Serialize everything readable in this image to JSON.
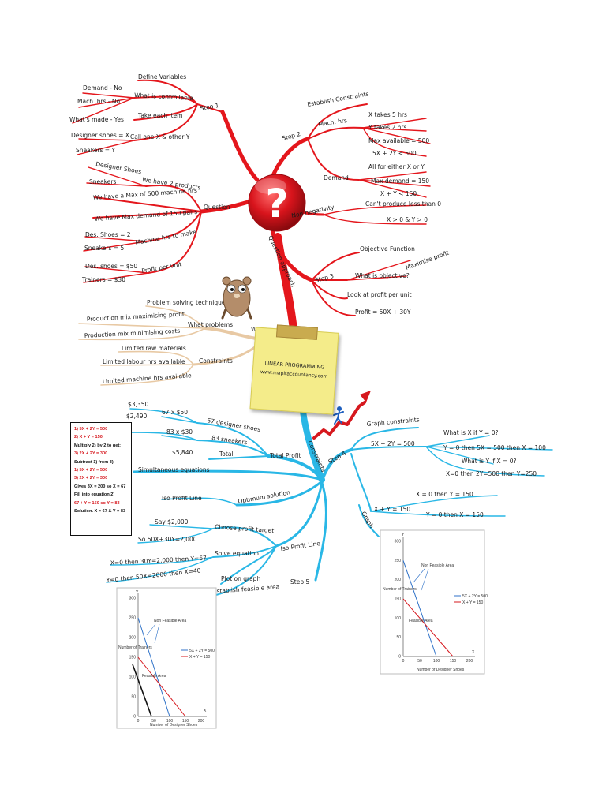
{
  "center": {
    "title": "LINEAR PROGRAMMING",
    "url": "www.mapitaccountancy.com"
  },
  "trunks": {
    "question_symbol": "?",
    "question_branch": "Question approach",
    "constraint_branch": "Constraints"
  },
  "red": {
    "step1": {
      "label": "Step 1",
      "items": [
        "Define Variables",
        "What is controllable",
        "Take each item",
        "Call one X & other Y"
      ],
      "leaves": [
        "Demand - No",
        "Mach. hrs - No",
        "What's made - Yes",
        "Designer shoes = X",
        "Sneakers = Y"
      ]
    },
    "step2": {
      "label": "Step 2",
      "establish": "Establish Constraints",
      "mach_hrs": "Mach. hrs",
      "mach_leaves": [
        "X takes 5 hrs",
        "Y takes 2 hrs",
        "Max available = 500",
        "5X + 2Y < 500"
      ],
      "demand": "Demand",
      "demand_leaves": [
        "All for either X or Y",
        "Max demand = 150",
        "X + Y < 150"
      ],
      "nonneg": "Non negativity",
      "nonneg_leaves": [
        "Can't produce less than 0",
        "X > 0 & Y > 0"
      ]
    },
    "question": {
      "label": "Question",
      "items": [
        "We have 2 products",
        "We have a Max of 500 machine hrs",
        "We have Max demand of 150 pairs",
        "Machine hrs to make",
        "Profit per unit"
      ],
      "leaves": [
        "Designer Shoes",
        "Sneakers",
        "Des. Shoes = 2",
        "Sneakers = 5",
        "Des. shoes = $50",
        "Trainers = $30"
      ]
    },
    "step3": {
      "label": "Step 3",
      "objective_fn": "Objective Function",
      "what_obj": "What is objective?",
      "maximise": "Maximise profit",
      "look": "Look at profit per unit",
      "profit": "Profit = 50X + 30Y"
    }
  },
  "tan": {
    "when": "When",
    "items": [
      "What problems",
      "Constraints"
    ],
    "leaves": [
      "Problem solving technique",
      "Production mix maximising profit",
      "Production mix minimising costs",
      "Limited raw materials",
      "Limited labour hrs available",
      "Limited machine hrs available"
    ]
  },
  "blue": {
    "total_profit": {
      "label": "Total Profit",
      "items": [
        "67 designer shoes",
        "83 sneakers",
        "Total"
      ],
      "leaves": [
        "$3,350",
        "$2,490",
        "67 x $50",
        "83 x $30",
        "$5,840"
      ]
    },
    "simultaneous": "Simultaneous equations",
    "optimum": {
      "label": "Optimum solution",
      "iso": "Iso Profit Line"
    },
    "step5": {
      "label": "Step 5",
      "iso": "Iso Profit Line",
      "items": [
        "Choose profit target",
        "Solve equation",
        "Plot on graph",
        "Establish feasible area"
      ],
      "leaves": [
        "Say $2,000",
        "So 50X+30Y=2,000",
        "X=0 then 30Y=2,000 then Y=67",
        "Y=0 then 50X=2000 then X=40"
      ]
    },
    "step4": {
      "label": "Step 4",
      "graph_constraints": "Graph constraints",
      "eq1": "5X + 2Y = 500",
      "eq1_leaves": [
        "What is X if Y = 0?",
        "Y = 0 then 5X = 500 then X = 100",
        "What is Y if X = 0?",
        "X=0 then 2Y=500 then Y=250"
      ],
      "eq2": "X + Y = 150",
      "eq2_leaves": [
        "X = 0 then Y = 150",
        "Y = 0 then X = 150"
      ],
      "graph": "Graph"
    }
  },
  "calc_lines": [
    {
      "text": "1) 5X + 2Y = 500",
      "color": "red"
    },
    {
      "text": "2)   X + Y = 150",
      "color": "red"
    },
    {
      "text": "Multiply 2) by 2 to get:",
      "color": "black"
    },
    {
      "text": "3) 2X + 2Y = 300",
      "color": "red"
    },
    {
      "text": "Subtract 1) from 3)",
      "color": "black"
    },
    {
      "text": "1) 5X + 2Y = 500",
      "color": "red"
    },
    {
      "text": "3) 2X + 2Y = 300",
      "color": "red"
    },
    {
      "text": "Gives 3X = 200 so X = 67",
      "color": "black"
    },
    {
      "text": "Fill into equation 2)",
      "color": "black"
    },
    {
      "text": "67 + Y = 150 so Y = 83",
      "color": "red"
    },
    {
      "text": "Solution.  X = 67 & Y = 83",
      "color": "black"
    }
  ],
  "graph1": {
    "ylabel": "Number of Trainers",
    "xlabel": "Number of Designer Shoes",
    "y_axis": "Y",
    "x_axis": "X",
    "y_ticks": [
      "300",
      "250",
      "200",
      "150",
      "100",
      "50",
      "0"
    ],
    "x_ticks": [
      "0",
      "50",
      "100",
      "150",
      "200"
    ],
    "non_feasible": "Non Feasible Area",
    "feasible": "Feasible Area",
    "legend": [
      "5X + 2Y = 500",
      "X + Y = 150"
    ]
  },
  "graph2": {
    "ylabel": "Number of Trainers",
    "xlabel": "Number of Designer Shoes",
    "y_axis": "Y",
    "x_axis": "X",
    "y_ticks": [
      "300",
      "250",
      "200",
      "150",
      "100",
      "50",
      "0"
    ],
    "x_ticks": [
      "0",
      "50",
      "100",
      "150",
      "200"
    ],
    "non_feasible": "Non Feasible Area",
    "feasible": "Feasible Area",
    "legend": [
      "5X + 2Y = 500",
      "X + Y = 150"
    ]
  },
  "colors": {
    "red": "#e4161c",
    "blue": "#29b7e6",
    "tan": "#e8c9a4",
    "note": "#f4ec8a"
  }
}
